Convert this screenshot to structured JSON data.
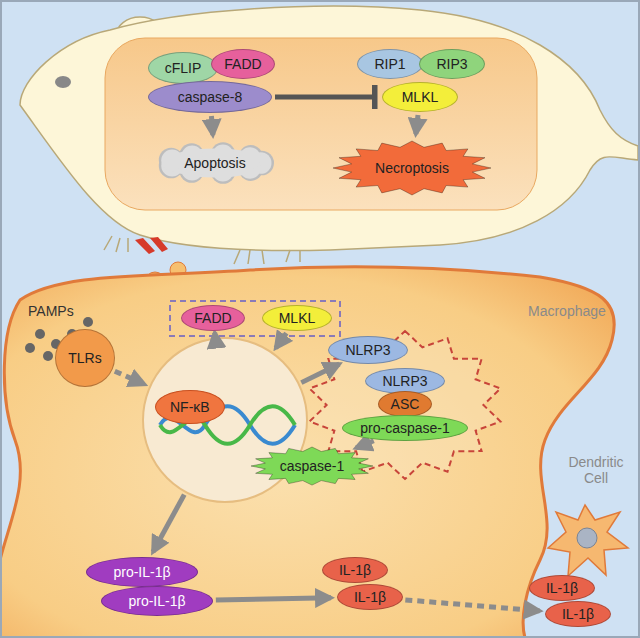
{
  "diagram": {
    "nodes": [
      {
        "text": [
          "cFLIP"
        ]
      },
      {
        "text": [
          "FADD"
        ]
      },
      {
        "text": [
          "caspase-8"
        ]
      },
      {
        "text": [
          "RIP1"
        ]
      },
      {
        "text": [
          "RIP3"
        ]
      },
      {
        "text": [
          "MLKL"
        ]
      },
      {
        "text": [
          "Apoptosis"
        ]
      },
      {
        "text": [
          "Necroptosis"
        ]
      },
      {
        "text": [
          "Macrophage"
        ]
      },
      {
        "text": [
          "TLRs"
        ],
        "in": 8
      },
      {
        "text": [
          "FADD"
        ],
        "in": 8
      },
      {
        "text": [
          "MLKL"
        ],
        "in": 8
      },
      {
        "text": [
          "NF-κB"
        ],
        "in": 8
      },
      {
        "text": [
          "NLRP3"
        ],
        "in": 8
      },
      {
        "text": [
          "NLRP3"
        ],
        "in": 8
      },
      {
        "text": [
          "ASC"
        ],
        "in": 8
      },
      {
        "text": [
          "pro-caspase-1"
        ],
        "in": 8
      },
      {
        "text": [
          "caspase-1"
        ],
        "in": 8
      },
      {
        "text": [
          "pro-IL-1β"
        ],
        "in": 8
      },
      {
        "text": [
          "pro-IL-1β"
        ],
        "in": 8
      },
      {
        "text": [
          "IL-1β"
        ],
        "in": 8
      },
      {
        "text": [
          "IL-1β"
        ],
        "in": 8
      },
      {
        "text": [
          "IL-1β"
        ]
      },
      {
        "text": [
          "IL-1β"
        ]
      },
      {
        "text": [
          "Dendritic Cell"
        ]
      }
    ],
    "edges": [
      {
        "from": 2,
        "to": 5,
        "arrow": "to"
      },
      {
        "from": 2,
        "to": 6,
        "arrow": "to"
      },
      {
        "from": 5,
        "to": 7,
        "arrow": "to"
      },
      {
        "from": 9,
        "to": 12,
        "arrow": "to"
      },
      {
        "from": 10,
        "to": 12,
        "arrow": "to"
      },
      {
        "from": 11,
        "to": 12,
        "arrow": "to"
      },
      {
        "from": 12,
        "to": 13,
        "arrow": "to"
      },
      {
        "from": 12,
        "to": 18,
        "arrow": "to"
      },
      {
        "from": 16,
        "to": 17,
        "arrow": "to"
      },
      {
        "from": 19,
        "to": 21,
        "arrow": "to"
      },
      {
        "from": 21,
        "to": 23,
        "arrow": "to"
      }
    ],
    "labels": [
      "PAMPs"
    ]
  }
}
